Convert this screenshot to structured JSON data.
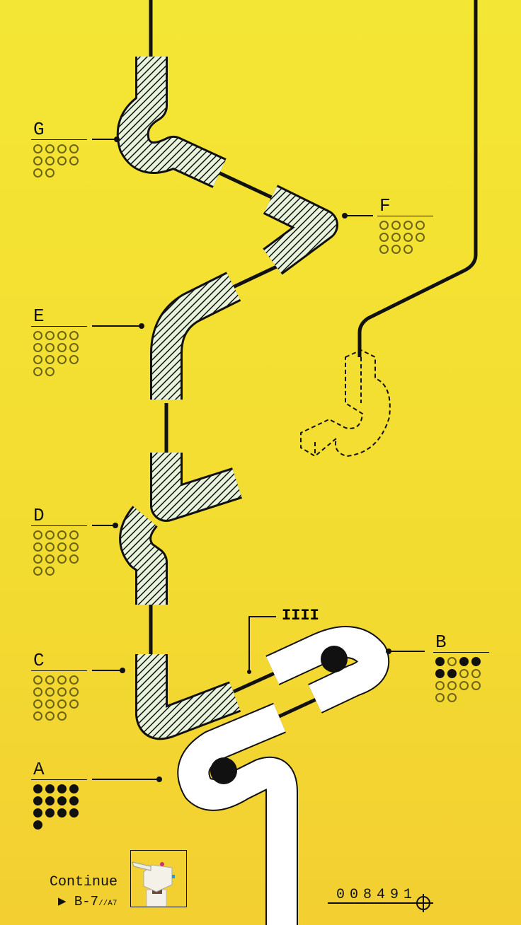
{
  "levels": [
    {
      "name": "G",
      "dots": [
        0,
        0,
        0,
        0,
        0,
        0,
        0,
        0,
        0,
        0
      ]
    },
    {
      "name": "F",
      "dots": [
        0,
        0,
        0,
        0,
        0,
        0,
        0,
        0,
        0,
        0,
        0
      ]
    },
    {
      "name": "E",
      "dots": [
        0,
        0,
        0,
        0,
        0,
        0,
        0,
        0,
        0,
        0,
        0,
        0,
        0,
        0
      ]
    },
    {
      "name": "D",
      "dots": [
        0,
        0,
        0,
        0,
        0,
        0,
        0,
        0,
        0,
        0,
        0,
        0,
        0,
        0
      ]
    },
    {
      "name": "C",
      "dots": [
        0,
        0,
        0,
        0,
        0,
        0,
        0,
        0,
        0,
        0,
        0,
        0,
        0,
        0,
        0
      ]
    },
    {
      "name": "B",
      "dots": [
        1,
        0,
        1,
        1,
        1,
        1,
        0,
        0,
        0,
        0,
        0,
        0,
        0,
        0
      ]
    },
    {
      "name": "A",
      "dots": [
        1,
        1,
        1,
        1,
        1,
        1,
        1,
        1,
        1,
        1,
        1,
        1,
        1
      ]
    }
  ],
  "continue": {
    "label": "Continue",
    "arrow": "▶",
    "level": "B-7",
    "sublevel": "//A7"
  },
  "score": "008491",
  "counter_mark": "IIII",
  "colors": {
    "background": "#f4e634",
    "ink": "#111111",
    "hatch_fill": "#e8f3dc"
  }
}
